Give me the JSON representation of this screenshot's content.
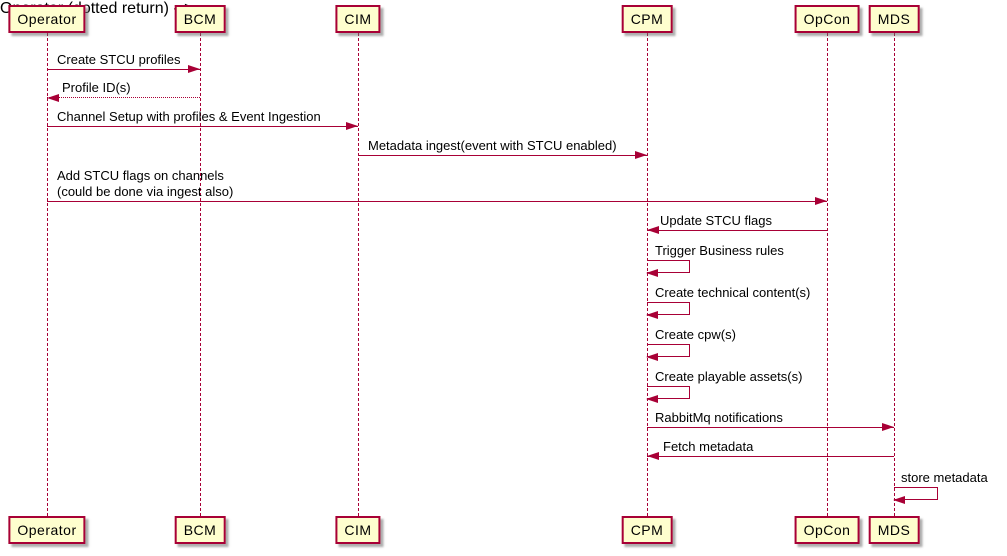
{
  "diagram": {
    "type": "sequence-diagram",
    "colors": {
      "actor_fill": "#FEFECE",
      "stroke": "#A80036",
      "text": "#000000",
      "background": "#FFFFFF"
    },
    "actors": [
      {
        "name": "Operator"
      },
      {
        "name": "BCM"
      },
      {
        "name": "CIM"
      },
      {
        "name": "CPM"
      },
      {
        "name": "OpCon"
      },
      {
        "name": "MDS"
      }
    ],
    "messages": [
      {
        "from": "Operator",
        "to": "BCM",
        "style": "solid",
        "label": "Create STCU profiles"
      },
      {
        "from": "BCM",
        "to": "Operator",
        "style": "dotted",
        "label": "Profile ID(s)"
      },
      {
        "from": "Operator",
        "to": "CIM",
        "style": "solid",
        "label": "Channel Setup with profiles & Event Ingestion"
      },
      {
        "from": "CIM",
        "to": "CPM",
        "style": "solid",
        "label": "Metadata ingest(event with STCU enabled)"
      },
      {
        "from": "Operator",
        "to": "OpCon",
        "style": "solid",
        "label": "Add STCU flags on channels\n(could be done via ingest also)"
      },
      {
        "from": "OpCon",
        "to": "CPM",
        "style": "solid",
        "label": "Update STCU flags"
      },
      {
        "from": "CPM",
        "to": "CPM",
        "style": "self",
        "label": "Trigger Business rules"
      },
      {
        "from": "CPM",
        "to": "CPM",
        "style": "self",
        "label": "Create technical content(s)"
      },
      {
        "from": "CPM",
        "to": "CPM",
        "style": "self",
        "label": "Create cpw(s)"
      },
      {
        "from": "CPM",
        "to": "CPM",
        "style": "self",
        "label": "Create playable assets(s)"
      },
      {
        "from": "CPM",
        "to": "MDS",
        "style": "solid",
        "label": "RabbitMq notifications"
      },
      {
        "from": "MDS",
        "to": "CPM",
        "style": "solid",
        "label": "Fetch metadata"
      },
      {
        "from": "MDS",
        "to": "MDS",
        "style": "self",
        "label": "store metadata"
      }
    ]
  }
}
